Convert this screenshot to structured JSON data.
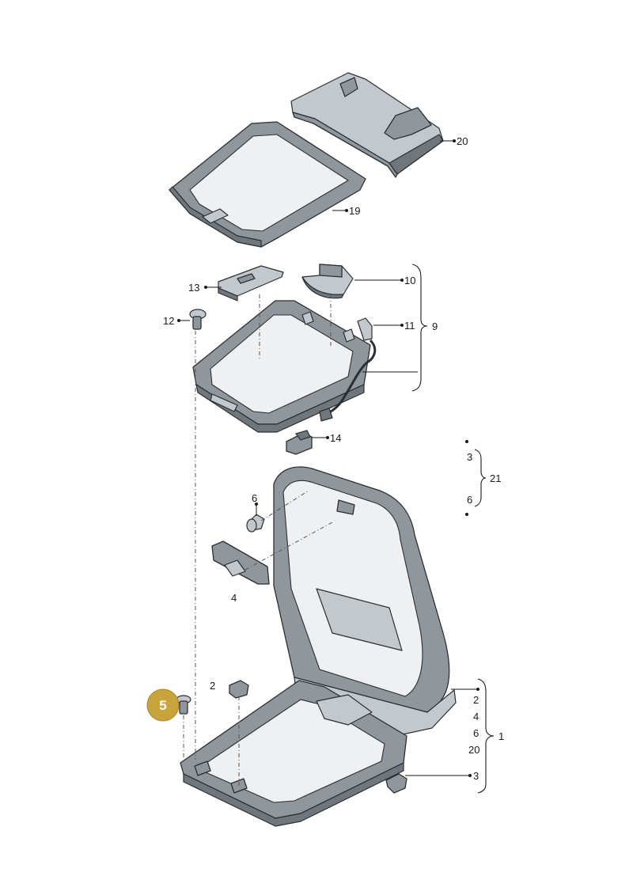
{
  "callouts": {
    "c20": "20",
    "c19": "19",
    "c13": "13",
    "c10": "10",
    "c12": "12",
    "c11": "11",
    "c9": "9",
    "c14": "14",
    "c3_top": "3",
    "c21": "21",
    "c6_top": "6",
    "c6": "6",
    "c4": "4",
    "c2": "2",
    "c2_right": "2",
    "c4_right": "4",
    "c6_right": "6",
    "c20_right": "20",
    "c1": "1",
    "c3_right": "3"
  },
  "highlight": {
    "label": "5",
    "color": "#c9a43c"
  }
}
